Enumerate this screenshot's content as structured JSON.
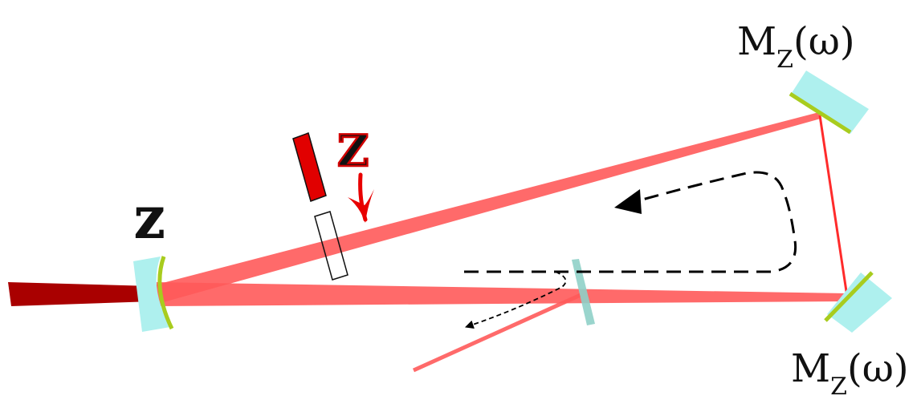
{
  "labels": {
    "mirror_top": {
      "main": "M",
      "sub": "Z",
      "arg": "(ω)"
    },
    "mirror_bottom": {
      "main": "M",
      "sub": "Z",
      "arg": "(ω)"
    },
    "lens_label": "Z",
    "insert_label": "Z"
  },
  "colors": {
    "input_beam": "#a90000",
    "beam": "#ff5a5a",
    "beam_thin": "#ff2b2b",
    "mirror_glass": "#aef0ee",
    "coating": "#a8cc1e",
    "output_coupler": "#8fd0c8",
    "element_red": "#e10000",
    "arrow_red": "#e80000",
    "dashed": "#000000"
  },
  "icons": {
    "lens": "curved-mirror-icon",
    "mirror_top": "flat-mirror-icon",
    "mirror_bottom": "flat-mirror-icon",
    "insert_element": "red-plate-icon",
    "empty_slot": "empty-slot-icon",
    "circulation": "dashed-arrow-icon",
    "outcoupled": "dashed-arrow-icon",
    "insertion": "red-arrow-icon"
  }
}
